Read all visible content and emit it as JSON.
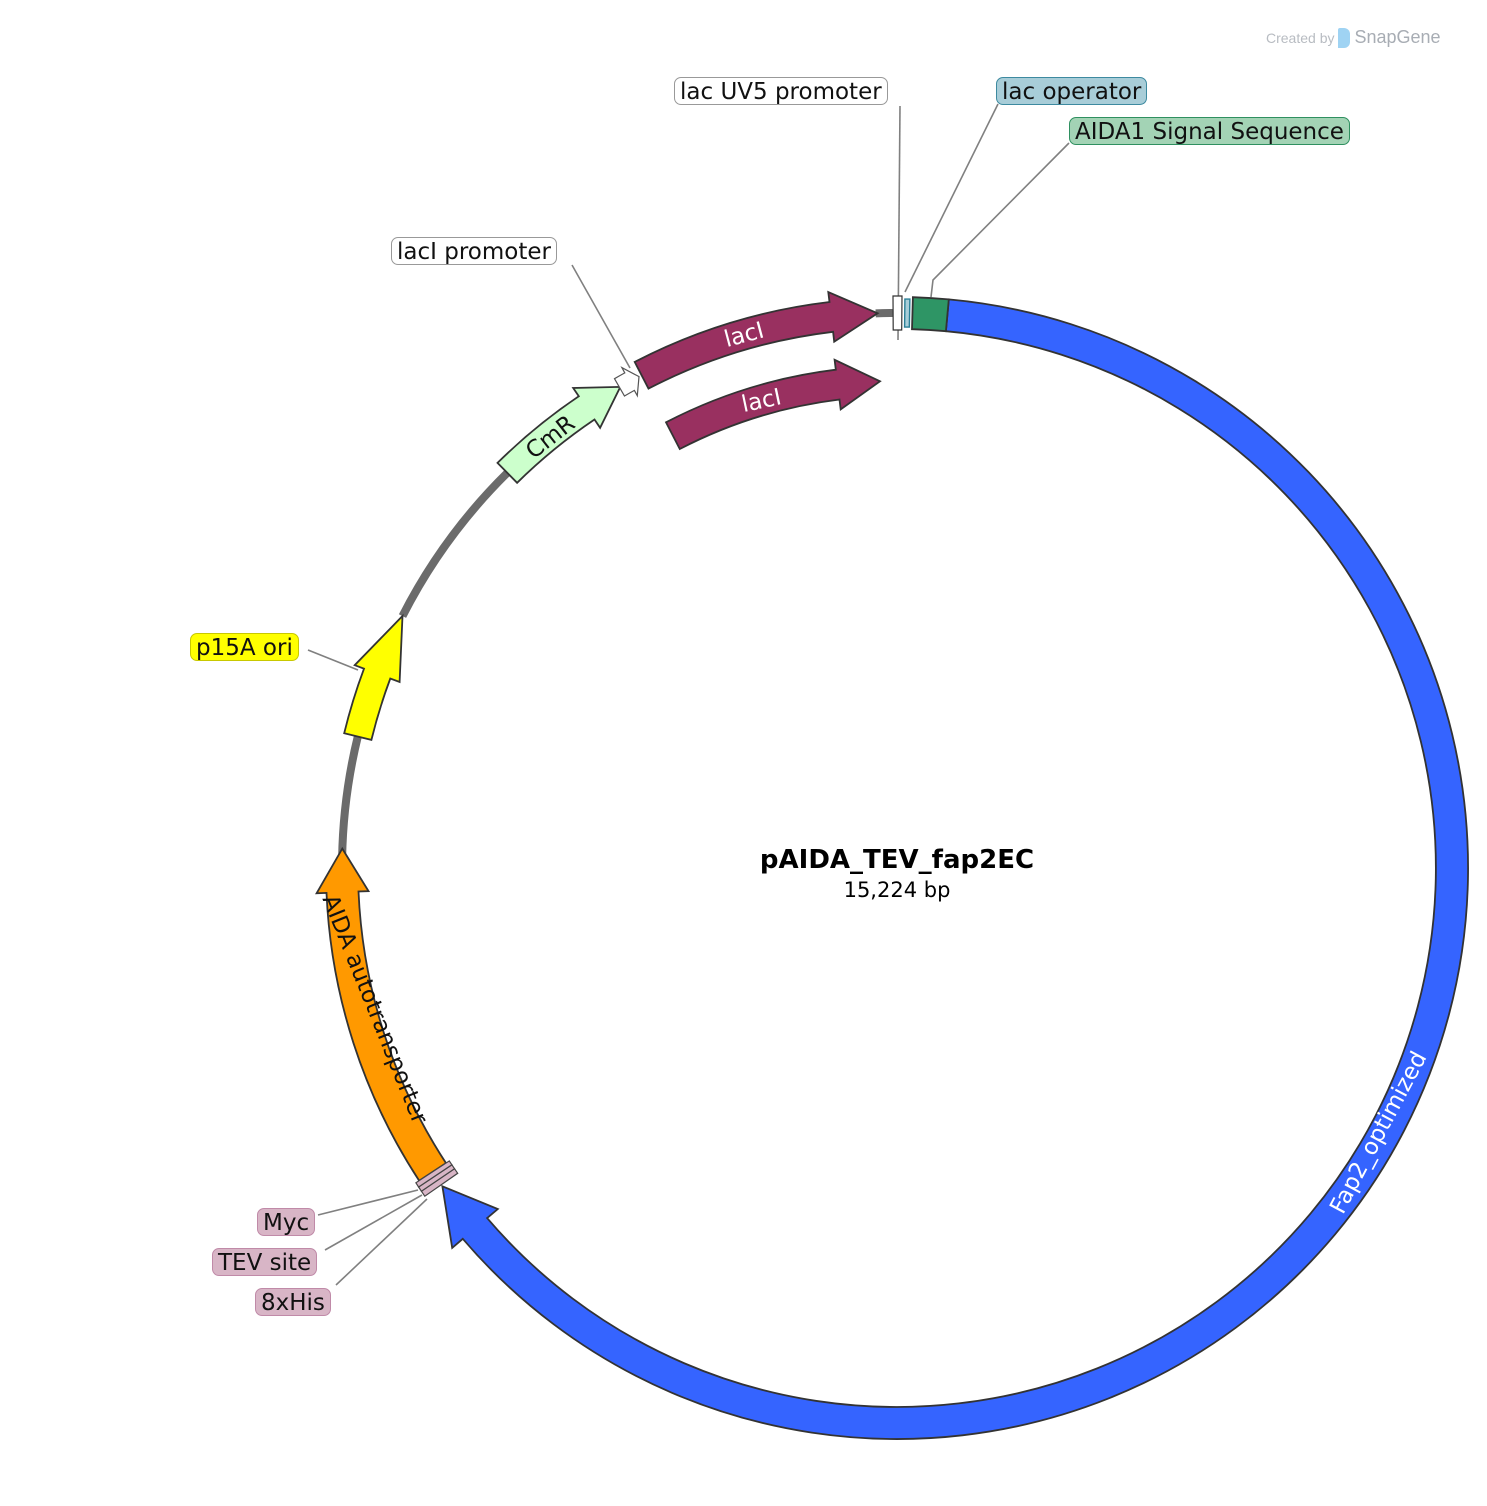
{
  "watermark": {
    "prefix": "Created by",
    "brand": "SnapGene"
  },
  "plasmid": {
    "name": "pAIDA_TEV_fap2EC",
    "length": "15,224 bp"
  },
  "features": {
    "fap2": {
      "label": "Fap2_optimized",
      "color": "#3564ff"
    },
    "aida1_signal": {
      "label": "AIDA1 Signal Sequence",
      "color": "#2e9565"
    },
    "lac_operator": {
      "label": "lac operator",
      "color": "#a8cdd8"
    },
    "lac_uv5": {
      "label": "lac UV5 promoter",
      "color": "#ffffff"
    },
    "laci_outer": {
      "label": "lacI",
      "color": "#993060"
    },
    "laci_inner": {
      "label": "lacI",
      "color": "#993060"
    },
    "laci_promoter": {
      "label": "lacI promoter",
      "color": "#ffffff"
    },
    "cmr": {
      "label": "CmR",
      "color": "#ccffcc"
    },
    "p15a": {
      "label": "p15A ori",
      "color": "#ffff00"
    },
    "aida_auto": {
      "label": "AIDA autotransporter",
      "color": "#ff9900"
    },
    "myc": {
      "label": "Myc",
      "color": "#d8b5c6"
    },
    "tev": {
      "label": "TEV site",
      "color": "#d8b5c6"
    },
    "his": {
      "label": "8xHis",
      "color": "#d8b5c6"
    }
  }
}
